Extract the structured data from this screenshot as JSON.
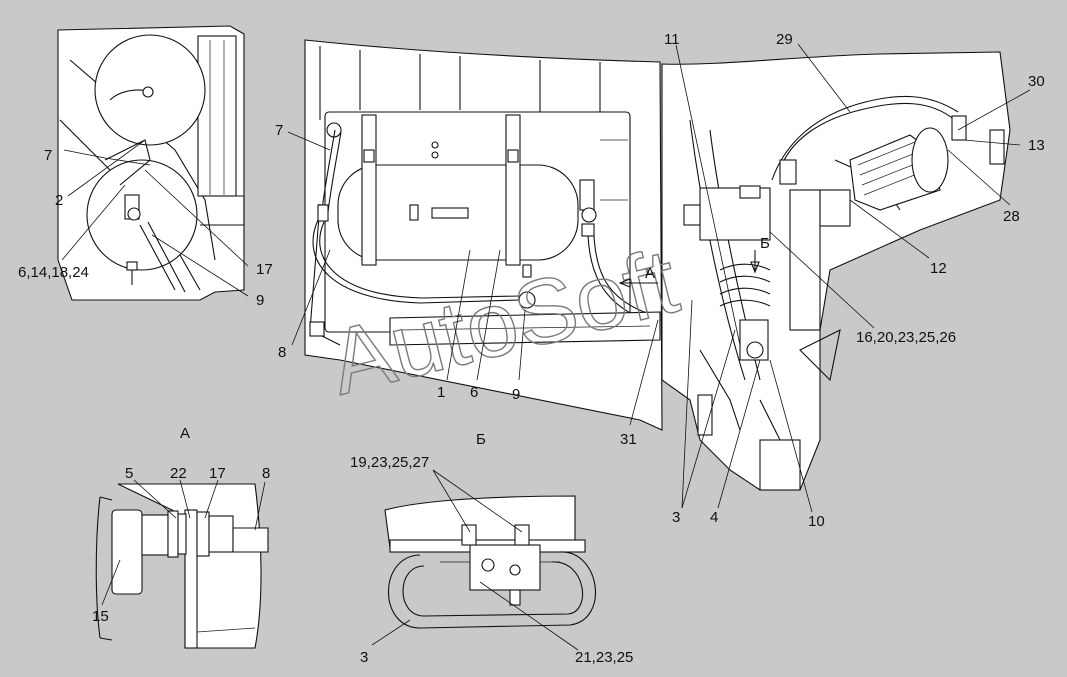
{
  "diagram": {
    "view_labels": {
      "view_a": "А",
      "view_b": "Б",
      "arrow_a": "А",
      "arrow_b": "Б"
    },
    "watermark": "AutoSoft",
    "callouts": [
      {
        "id": "c-7-left",
        "text": "7"
      },
      {
        "id": "c-2",
        "text": "2"
      },
      {
        "id": "c-6-14-18-24",
        "text": "6,14,18,24"
      },
      {
        "id": "c-17-left",
        "text": "17"
      },
      {
        "id": "c-9-left",
        "text": "9"
      },
      {
        "id": "c-7-main",
        "text": "7"
      },
      {
        "id": "c-8-main",
        "text": "8"
      },
      {
        "id": "c-1",
        "text": "1"
      },
      {
        "id": "c-6-main",
        "text": "6"
      },
      {
        "id": "c-9-main",
        "text": "9"
      },
      {
        "id": "c-31",
        "text": "31"
      },
      {
        "id": "c-11",
        "text": "11"
      },
      {
        "id": "c-29",
        "text": "29"
      },
      {
        "id": "c-30",
        "text": "30"
      },
      {
        "id": "c-13",
        "text": "13"
      },
      {
        "id": "c-28",
        "text": "28"
      },
      {
        "id": "c-12",
        "text": "12"
      },
      {
        "id": "c-16-20-23-25-26",
        "text": "16,20,23,25,26"
      },
      {
        "id": "c-3-main",
        "text": "3"
      },
      {
        "id": "c-4",
        "text": "4"
      },
      {
        "id": "c-10",
        "text": "10"
      },
      {
        "id": "c-5",
        "text": "5"
      },
      {
        "id": "c-22",
        "text": "22"
      },
      {
        "id": "c-17-a",
        "text": "17"
      },
      {
        "id": "c-8-a",
        "text": "8"
      },
      {
        "id": "c-15",
        "text": "15"
      },
      {
        "id": "c-19-23-25-27",
        "text": "19,23,25,27"
      },
      {
        "id": "c-3-b",
        "text": "3"
      },
      {
        "id": "c-21-23-25",
        "text": "21,23,25"
      }
    ]
  }
}
